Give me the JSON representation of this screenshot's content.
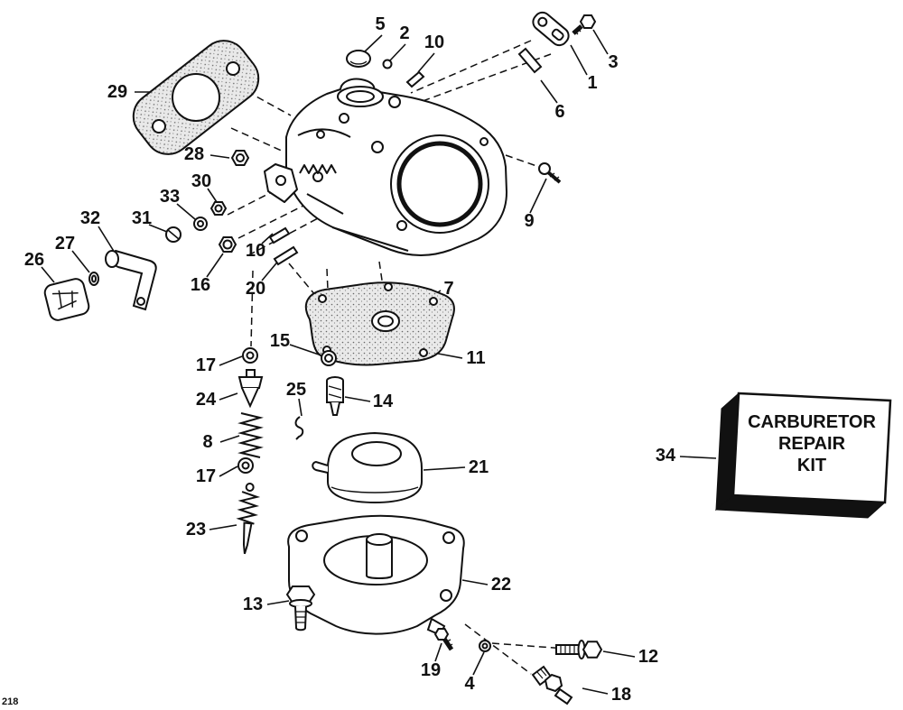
{
  "figure": {
    "corner_code": "218",
    "colors": {
      "background": "#ffffff",
      "line": "#111111"
    }
  },
  "kit_box": {
    "callout": "34",
    "line1": "CARBURETOR",
    "line2": "REPAIR",
    "line3": "KIT"
  },
  "callouts": [
    {
      "label": "5"
    },
    {
      "label": "2"
    },
    {
      "label": "10"
    },
    {
      "label": "3"
    },
    {
      "label": "1"
    },
    {
      "label": "6"
    },
    {
      "label": "29"
    },
    {
      "label": "28"
    },
    {
      "label": "30"
    },
    {
      "label": "33"
    },
    {
      "label": "31"
    },
    {
      "label": "32"
    },
    {
      "label": "27"
    },
    {
      "label": "26"
    },
    {
      "label": "9"
    },
    {
      "label": "10"
    },
    {
      "label": "16"
    },
    {
      "label": "20"
    },
    {
      "label": "7"
    },
    {
      "label": "15"
    },
    {
      "label": "11"
    },
    {
      "label": "17"
    },
    {
      "label": "24"
    },
    {
      "label": "25"
    },
    {
      "label": "14"
    },
    {
      "label": "8"
    },
    {
      "label": "21"
    },
    {
      "label": "17"
    },
    {
      "label": "34"
    },
    {
      "label": "23"
    },
    {
      "label": "22"
    },
    {
      "label": "13"
    },
    {
      "label": "12"
    },
    {
      "label": "19"
    },
    {
      "label": "4"
    },
    {
      "label": "18"
    }
  ]
}
